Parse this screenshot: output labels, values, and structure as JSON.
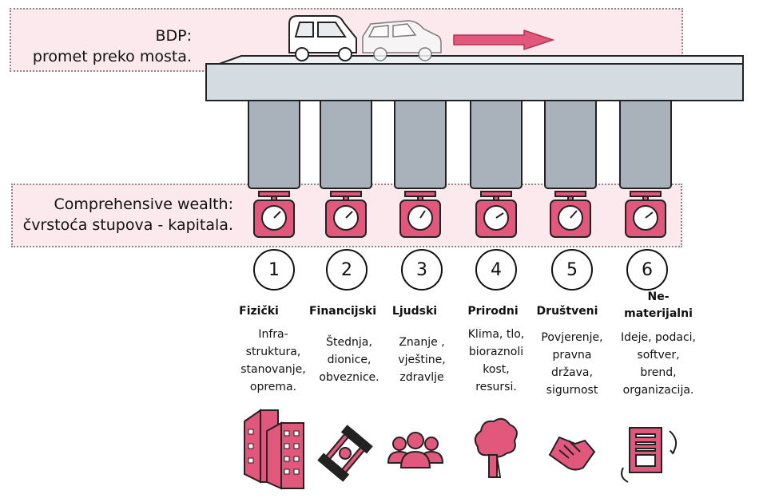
{
  "gdp": {
    "line1": "BDP:",
    "line2": "promet preko mosta."
  },
  "wealth": {
    "line1": "Comprehensive wealth:",
    "line2": "čvrstoća stupova - kapitala."
  },
  "capitals": [
    {
      "number": "1",
      "title": "Fizički",
      "desc": [
        "Infra-",
        "struktura,",
        "stanovanje,",
        "oprema."
      ],
      "icon": "buildings-icon"
    },
    {
      "number": "2",
      "title": "Financijski",
      "desc": [
        "Štednja,",
        "dionice,",
        "obveznice."
      ],
      "icon": "money-icon"
    },
    {
      "number": "3",
      "title": "Ljudski",
      "desc": [
        "Znanje ,",
        "vještine,",
        "zdravlje"
      ],
      "icon": "people-icon"
    },
    {
      "number": "4",
      "title": "Prirodni",
      "desc": [
        "Klima, tlo,",
        "bioraznoli",
        "kost,",
        "resursi."
      ],
      "icon": "tree-icon"
    },
    {
      "number": "5",
      "title": "Društveni",
      "desc": [
        "Povjerenje,",
        "pravna",
        "država,",
        "sigurnost"
      ],
      "icon": "handshake-icon"
    },
    {
      "number": "6",
      "title": [
        "Ne-",
        "materijalni"
      ],
      "desc": [
        "Ideje, podaci,",
        "softver,",
        "brend,",
        "organizacija."
      ],
      "icon": "document-icon"
    }
  ],
  "colors": {
    "accent": "#e2577c",
    "band": "#fbe9ee",
    "pillar": "#a9b2ba",
    "deck": "#d4dbe1"
  }
}
